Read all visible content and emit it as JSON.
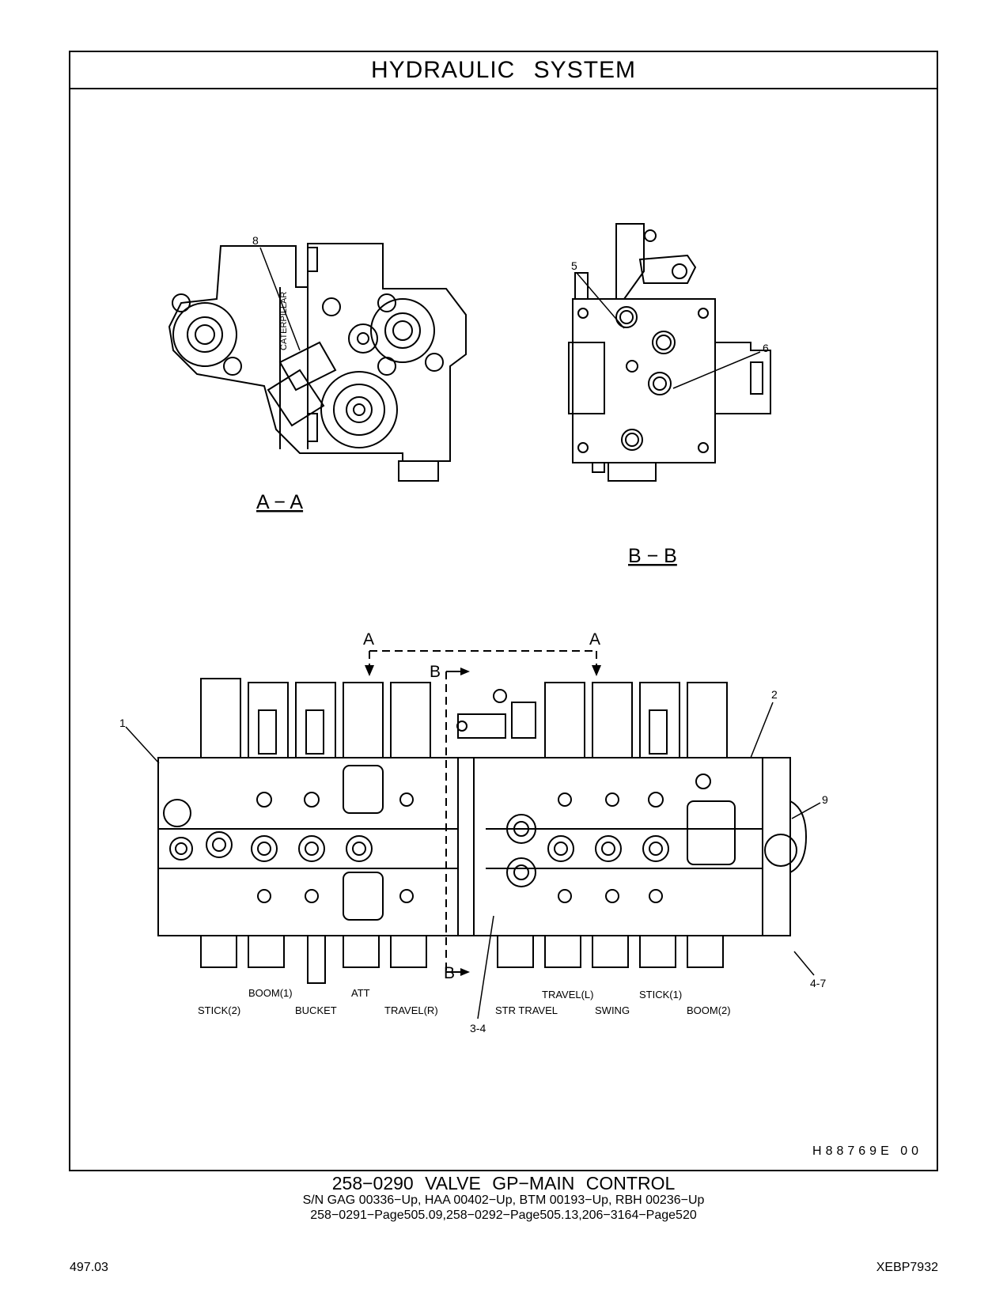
{
  "header": {
    "title": "HYDRAULIC   SYSTEM"
  },
  "views": {
    "section_a": "A − A",
    "section_b": "B − B",
    "cut_a_left": "A",
    "cut_a_right": "A",
    "cut_b_top": "B",
    "cut_b_bottom": "B"
  },
  "callouts": {
    "c1": "1",
    "c2": "2",
    "c34": "3-4",
    "c47": "4-7",
    "c5": "5",
    "c6": "6",
    "c8": "8",
    "c9": "9"
  },
  "valve_labels": {
    "top_row": [
      "BOOM(1)",
      "ATT",
      "TRAVEL(L)",
      "STICK(1)"
    ],
    "bottom_row": [
      "STICK(2)",
      "BUCKET",
      "TRAVEL(R)",
      "STR TRAVEL",
      "SWING",
      "BOOM(2)"
    ]
  },
  "figure_id": "H88769E   00",
  "caption": {
    "line1": "258−0290   VALVE  GP−MAIN  CONTROL",
    "line2": "S/N GAG 00336−Up, HAA 00402−Up, BTM 00193−Up, RBH 00236−Up",
    "line3": "258−0291−Page505.09,258−0292−Page505.13,206−3164−Page520"
  },
  "footer": {
    "page": "497.03",
    "doc": "XEBP7932"
  }
}
